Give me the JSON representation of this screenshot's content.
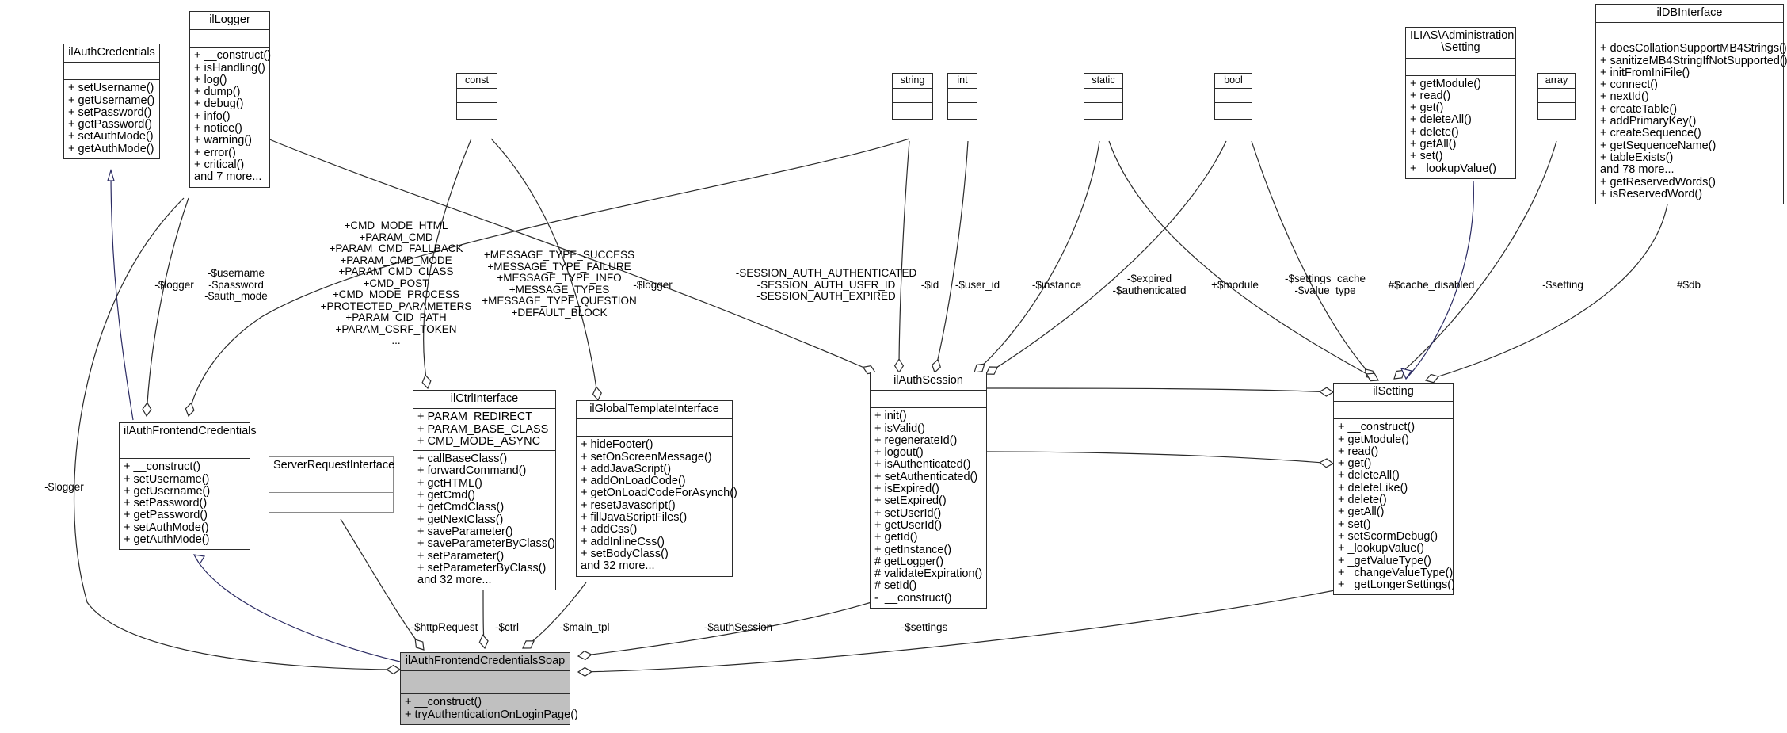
{
  "diagram": {
    "title": "ilAuthFrontendCredentialsSoap collaboration diagram",
    "classes": [
      {
        "id": "ilAuthCredentials",
        "name": "ilAuthCredentials",
        "attrs": [],
        "ops": [
          "+ setUsername()",
          "+ getUsername()",
          "+ setPassword()",
          "+ getPassword()",
          "+ setAuthMode()",
          "+ getAuthMode()"
        ]
      },
      {
        "id": "ilLogger",
        "name": "ilLogger",
        "attrs": [],
        "ops": [
          "+ __construct()",
          "+ isHandling()",
          "+ log()",
          "+ dump()",
          "+ debug()",
          "+ info()",
          "+ notice()",
          "+ warning()",
          "+ error()",
          "+ critical()",
          "and 7 more..."
        ]
      },
      {
        "id": "const",
        "name": "const",
        "attrs": [],
        "ops": []
      },
      {
        "id": "string",
        "name": "string",
        "attrs": [],
        "ops": []
      },
      {
        "id": "int",
        "name": "int",
        "attrs": [],
        "ops": []
      },
      {
        "id": "static",
        "name": "static",
        "attrs": [],
        "ops": []
      },
      {
        "id": "bool",
        "name": "bool",
        "attrs": [],
        "ops": []
      },
      {
        "id": "array",
        "name": "array",
        "attrs": [],
        "ops": []
      },
      {
        "id": "AdministrationSetting",
        "name": "ILIAS\\Administration\n\\Setting",
        "attrs": [],
        "ops": [
          "+ getModule()",
          "+ read()",
          "+ get()",
          "+ deleteAll()",
          "+ delete()",
          "+ getAll()",
          "+ set()",
          "+ _lookupValue()"
        ]
      },
      {
        "id": "ilDBInterface",
        "name": "ilDBInterface",
        "attrs": [],
        "ops": [
          "+ doesCollationSupportMB4Strings()",
          "+ sanitizeMB4StringIfNotSupported()",
          "+ initFromIniFile()",
          "+ connect()",
          "+ nextId()",
          "+ createTable()",
          "+ addPrimaryKey()",
          "+ createSequence()",
          "+ getSequenceName()",
          "+ tableExists()",
          "and 78 more...",
          "+ getReservedWords()",
          "+ isReservedWord()"
        ]
      },
      {
        "id": "ilAuthFrontendCredentials",
        "name": "ilAuthFrontendCredentials",
        "attrs": [],
        "ops": [
          "+ __construct()",
          "+ setUsername()",
          "+ getUsername()",
          "+ setPassword()",
          "+ getPassword()",
          "+ setAuthMode()",
          "+ getAuthMode()"
        ]
      },
      {
        "id": "ServerRequestInterface",
        "name": "ServerRequestInterface",
        "attrs": [],
        "ops": []
      },
      {
        "id": "ilCtrlInterface",
        "name": "ilCtrlInterface",
        "attrs": [
          "+ PARAM_REDIRECT",
          "+ PARAM_BASE_CLASS",
          "+ CMD_MODE_ASYNC"
        ],
        "ops": [
          "+ callBaseClass()",
          "+ forwardCommand()",
          "+ getHTML()",
          "+ getCmd()",
          "+ getCmdClass()",
          "+ getNextClass()",
          "+ saveParameter()",
          "+ saveParameterByClass()",
          "+ setParameter()",
          "+ setParameterByClass()",
          "and 32 more..."
        ]
      },
      {
        "id": "ilGlobalTemplateInterface",
        "name": "ilGlobalTemplateInterface",
        "attrs": [],
        "ops": [
          "+ hideFooter()",
          "+ setOnScreenMessage()",
          "+ addJavaScript()",
          "+ addOnLoadCode()",
          "+ getOnLoadCodeForAsynch()",
          "+ resetJavascript()",
          "+ fillJavaScriptFiles()",
          "+ addCss()",
          "+ addInlineCss()",
          "+ setBodyClass()",
          "and 32 more..."
        ]
      },
      {
        "id": "ilAuthSession",
        "name": "ilAuthSession",
        "attrs": [],
        "ops": [
          "+ init()",
          "+ isValid()",
          "+ regenerateId()",
          "+ logout()",
          "+ isAuthenticated()",
          "+ setAuthenticated()",
          "+ isExpired()",
          "+ setExpired()",
          "+ setUserId()",
          "+ getUserId()",
          "+ getId()",
          "+ getInstance()",
          "# getLogger()",
          "# validateExpiration()",
          "# setId()",
          "-  __construct()"
        ]
      },
      {
        "id": "ilSetting",
        "name": "ilSetting",
        "attrs": [],
        "ops": [
          "+ __construct()",
          "+ getModule()",
          "+ read()",
          "+ get()",
          "+ deleteAll()",
          "+ deleteLike()",
          "+ delete()",
          "+ getAll()",
          "+ set()",
          "+ setScormDebug()",
          "+ _lookupValue()",
          "+ _getValueType()",
          "+ _changeValueType()",
          "+ _getLongerSettings()"
        ]
      },
      {
        "id": "ilAuthFrontendCredentialsSoap",
        "name": "ilAuthFrontendCredentialsSoap",
        "attrs": [],
        "ops": [
          "+ __construct()",
          "+ tryAuthenticationOnLoginPage()"
        ],
        "highlighted": true
      }
    ],
    "edge_labels": [
      {
        "id": "logger-left",
        "text": "-$logger"
      },
      {
        "id": "username-password-authmode",
        "text": "-$username\n-$password\n-$auth_mode"
      },
      {
        "id": "ctrl-consts",
        "text": "+CMD_MODE_HTML\n+PARAM_CMD\n+PARAM_CMD_FALLBACK\n+PARAM_CMD_MODE\n+PARAM_CMD_CLASS\n+CMD_POST\n+CMD_MODE_PROCESS\n+PROTECTED_PARAMETERS\n+PARAM_CID_PATH\n+PARAM_CSRF_TOKEN\n..."
      },
      {
        "id": "message-types",
        "text": "+MESSAGE_TYPE_SUCCESS\n+MESSAGE_TYPE_FAILURE\n+MESSAGE_TYPE_INFO\n+MESSAGE_TYPES\n+MESSAGE_TYPE_QUESTION\n+DEFAULT_BLOCK"
      },
      {
        "id": "logger-mid",
        "text": "-$logger"
      },
      {
        "id": "session-auth-consts",
        "text": "-SESSION_AUTH_AUTHENTICATED\n-SESSION_AUTH_USER_ID\n-SESSION_AUTH_EXPIRED"
      },
      {
        "id": "id",
        "text": "-$id"
      },
      {
        "id": "user-id",
        "text": "-$user_id"
      },
      {
        "id": "instance",
        "text": "-$instance"
      },
      {
        "id": "expired-authenticated",
        "text": "-$expired\n-$authenticated"
      },
      {
        "id": "module",
        "text": "+$module"
      },
      {
        "id": "settings-cache-value-type",
        "text": "-$settings_cache\n-$value_type"
      },
      {
        "id": "cache-disabled",
        "text": "#$cache_disabled"
      },
      {
        "id": "setting",
        "text": "-$setting"
      },
      {
        "id": "db",
        "text": "#$db"
      },
      {
        "id": "logger-bottom-left",
        "text": "-$logger"
      },
      {
        "id": "http-request",
        "text": "-$httpRequest"
      },
      {
        "id": "ctrl",
        "text": "-$ctrl"
      },
      {
        "id": "main-tpl",
        "text": "-$main_tpl"
      },
      {
        "id": "auth-session",
        "text": "-$authSession"
      },
      {
        "id": "settings",
        "text": "-$settings"
      }
    ],
    "colors": {
      "stroke": "#2b2b2b",
      "highlight_fill": "#c0c0c0",
      "inheritance_stroke": "#2b2b63",
      "background": "#ffffff"
    }
  }
}
